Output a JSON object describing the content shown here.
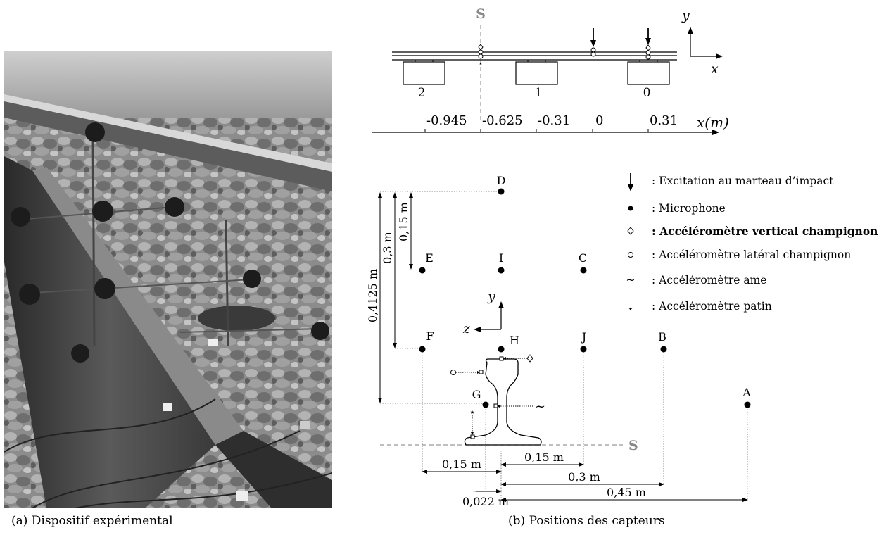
{
  "captions": {
    "a": "(a) Dispositif expérimental",
    "b": "(b) Positions des capteurs"
  },
  "top_view": {
    "section_label": "S",
    "sleepers": [
      "2",
      "1",
      "0"
    ],
    "axis_title": "x(m)",
    "ticks": [
      "-0.945",
      "-0.625",
      "-0.31",
      "0",
      "0.31"
    ],
    "axis_y": "y",
    "axis_x": "x"
  },
  "cross_section": {
    "section_label": "S",
    "axis_y": "y",
    "axis_z": "z",
    "points": [
      "D",
      "E",
      "I",
      "C",
      "F",
      "H",
      "J",
      "B",
      "G",
      "A"
    ],
    "vertical_dims": [
      "0,4125 m",
      "0,3 m",
      "0,15 m"
    ],
    "horizontal_dims": [
      "0,15 m",
      "0,15 m",
      "0,3 m",
      "0,45 m",
      "0,022 m"
    ]
  },
  "legend": [
    {
      "symbol": "arrow-down-icon",
      "text": ": Excitation au marteau d’impact"
    },
    {
      "symbol": "dot-icon",
      "text": ": Microphone"
    },
    {
      "symbol": "diamond-icon",
      "text": ": Accéléromètre vertical champignon"
    },
    {
      "symbol": "circle-icon",
      "text": ": Accéléromètre latéral champignon"
    },
    {
      "symbol": "tilde-icon",
      "text": ": Accéléromètre ame"
    },
    {
      "symbol": "star-icon",
      "text": ": Accéléromètre patin"
    }
  ]
}
